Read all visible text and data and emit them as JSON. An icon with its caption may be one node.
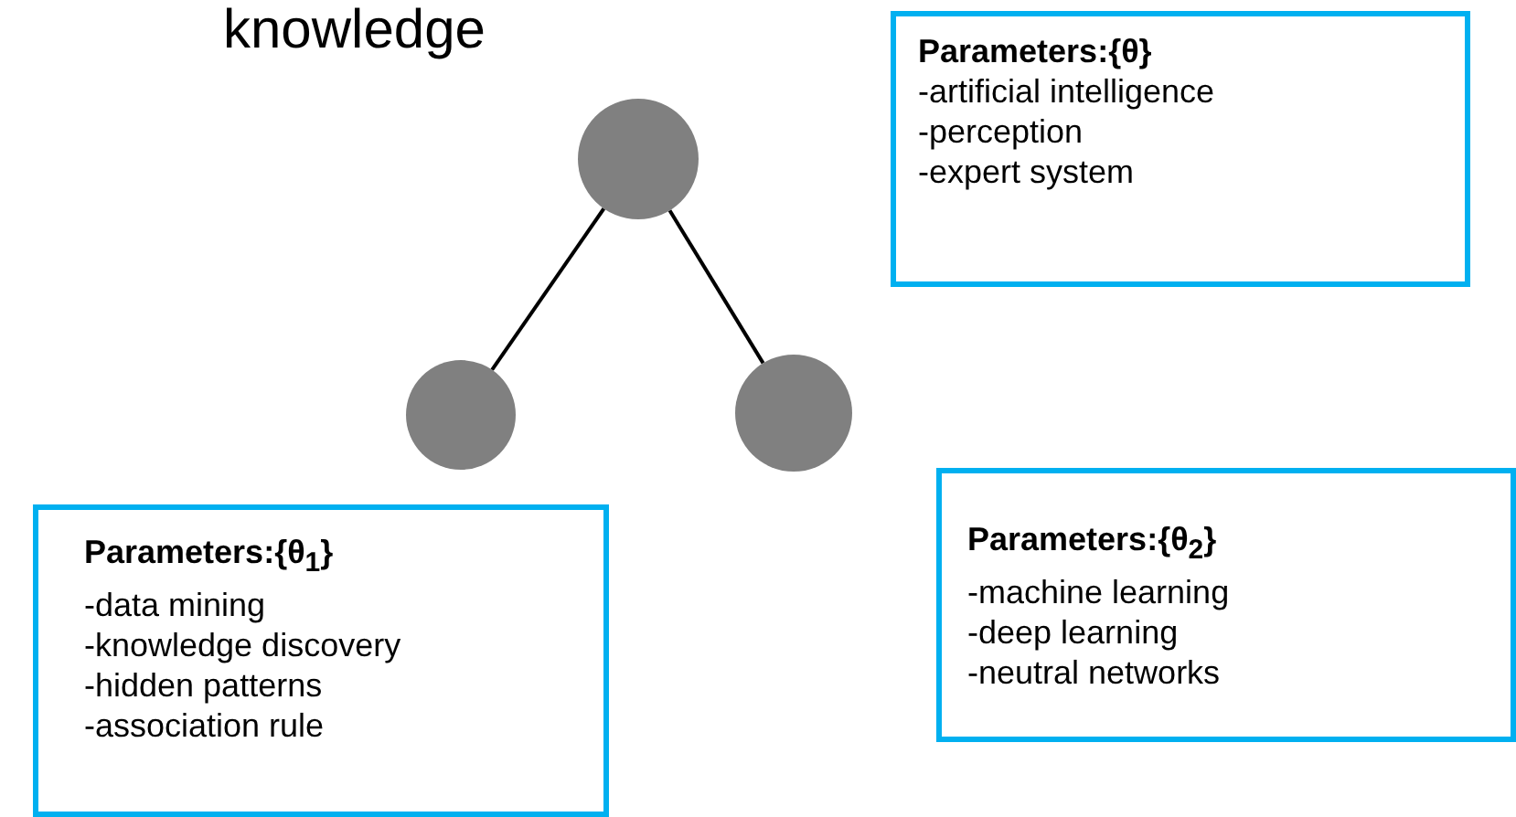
{
  "diagram": {
    "nodes": [
      {
        "text": [],
        "shape": "circle"
      },
      {
        "text": [],
        "shape": "circle"
      },
      {
        "text": [],
        "shape": "circle"
      },
      {
        "text": [
          "Parameters:{θ}",
          "-artificial intelligence",
          "-perception",
          "-expert system"
        ]
      },
      {
        "text": [
          "Parameters:{θ$_{1}$}",
          "-data mining",
          "-knowledge discovery",
          "-hidden patterns",
          "-association rule"
        ]
      },
      {
        "text": [
          "Parameters:{θ$_{2}$}",
          "-machine learning",
          "-deep learning",
          "-neutral networks"
        ]
      }
    ],
    "edges": [
      {
        "from": 0,
        "to": 1,
        "arrow": "none"
      },
      {
        "from": 0,
        "to": 2,
        "arrow": "none"
      }
    ],
    "labels": [
      "knowledge"
    ]
  }
}
